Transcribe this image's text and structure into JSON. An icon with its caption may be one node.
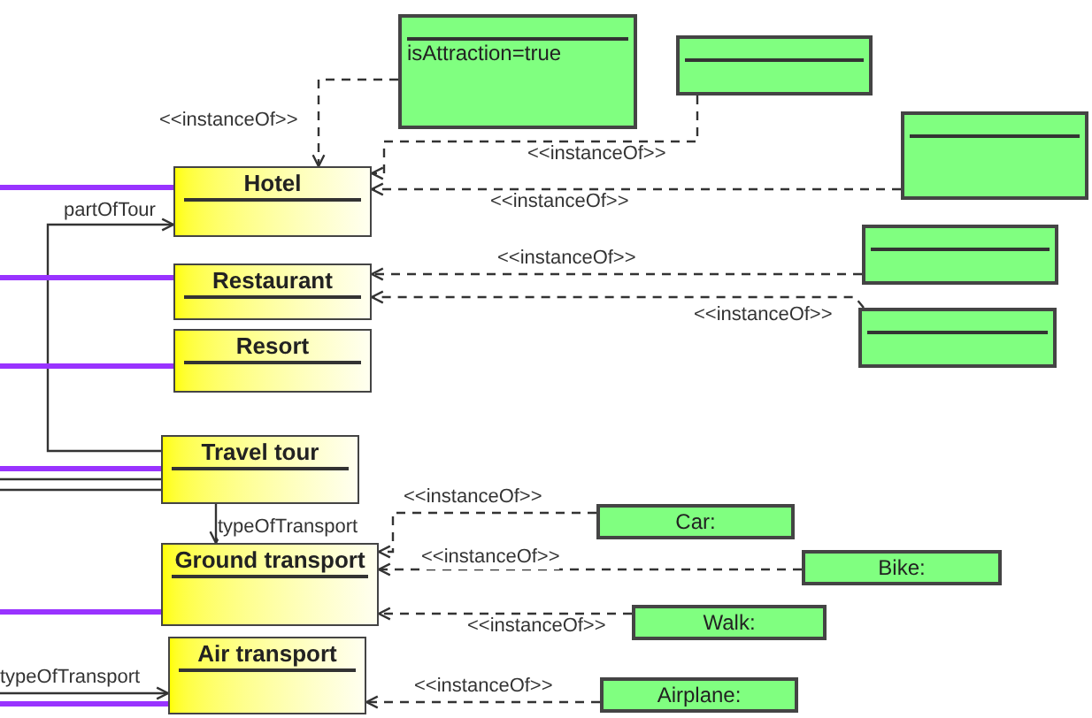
{
  "diagram": {
    "nodes": [
      {
        "text": [
          "Hotel"
        ]
      },
      {
        "text": [
          "Restaurant"
        ]
      },
      {
        "text": [
          "Resort"
        ]
      },
      {
        "text": [
          "Travel tour"
        ]
      },
      {
        "text": [
          "Ground transport"
        ]
      },
      {
        "text": [
          "Air transport"
        ]
      },
      {
        "text": [
          "isAttraction=true"
        ]
      },
      {
        "text": [],
        "shape": "box"
      },
      {
        "text": [],
        "shape": "box"
      },
      {
        "text": [],
        "shape": "box"
      },
      {
        "text": [],
        "shape": "box"
      },
      {
        "text": [
          "Car:"
        ]
      },
      {
        "text": [
          "Bike:"
        ]
      },
      {
        "text": [
          "Walk:"
        ]
      },
      {
        "text": [
          "Airplane:"
        ]
      }
    ],
    "edges": [
      {
        "from": 6,
        "to": 0,
        "arrow": "to",
        "label": "<<instanceOf>>",
        "style": "dashed"
      },
      {
        "from": 7,
        "to": 0,
        "arrow": "to",
        "label": "<<instanceOf>>",
        "style": "dashed"
      },
      {
        "from": 8,
        "to": 0,
        "arrow": "to",
        "label": "<<instanceOf>>",
        "style": "dashed"
      },
      {
        "from": 9,
        "to": 1,
        "arrow": "to",
        "label": "<<instanceOf>>",
        "style": "dashed"
      },
      {
        "from": 10,
        "to": 1,
        "arrow": "to",
        "label": "<<instanceOf>>",
        "style": "dashed"
      },
      {
        "from": 3,
        "to": 0,
        "arrow": "to",
        "label": "partOfTour"
      },
      {
        "from": 3,
        "to": 4,
        "arrow": "to",
        "label": "typeOfTransport"
      },
      {
        "from": 11,
        "to": 4,
        "arrow": "to",
        "label": "<<instanceOf>>",
        "style": "dashed"
      },
      {
        "from": 12,
        "to": 4,
        "arrow": "to",
        "label": "<<instanceOf>>",
        "style": "dashed"
      },
      {
        "from": 13,
        "to": 4,
        "arrow": "to",
        "label": "<<instanceOf>>",
        "style": "dashed"
      },
      {
        "from": 14,
        "to": 5,
        "arrow": "to",
        "label": "<<instanceOf>>",
        "style": "dashed"
      },
      {
        "from": null,
        "to": 5,
        "arrow": "to",
        "label": "typeOfTransport"
      },
      {
        "from": null,
        "to": 0,
        "arrow": "none",
        "style": "thick",
        "color": "#9933ff"
      },
      {
        "from": null,
        "to": 1,
        "arrow": "none",
        "style": "thick",
        "color": "#9933ff"
      },
      {
        "from": null,
        "to": 2,
        "arrow": "none",
        "style": "thick",
        "color": "#9933ff"
      },
      {
        "from": null,
        "to": 3,
        "arrow": "none",
        "style": "thick",
        "color": "#9933ff"
      },
      {
        "from": null,
        "to": 3,
        "arrow": "none"
      },
      {
        "from": null,
        "to": 3,
        "arrow": "none"
      },
      {
        "from": null,
        "to": 4,
        "arrow": "none",
        "style": "thick",
        "color": "#9933ff"
      },
      {
        "from": null,
        "to": 5,
        "arrow": "none",
        "style": "thick",
        "color": "#9933ff"
      }
    ]
  }
}
